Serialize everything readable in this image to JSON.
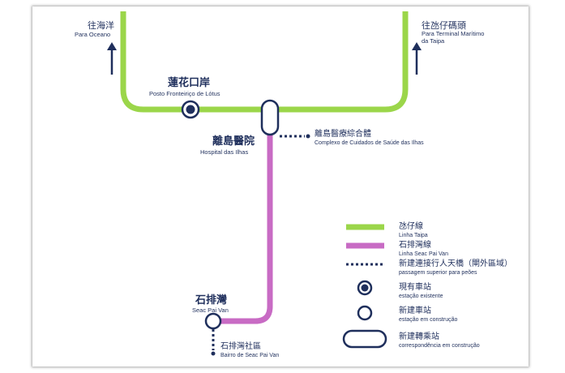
{
  "colors": {
    "taipa_line": "#9bd64a",
    "seac_pai_van_line": "#c86bc4",
    "text": "#1f2f5c",
    "frame": "#ffffff"
  },
  "directions": {
    "left": {
      "zh": "往海洋",
      "pt": "Para Oceano"
    },
    "right": {
      "zh": "往氹仔碼頭",
      "pt_line1": "Para Terminal Marítimo",
      "pt_line2": "da Taipa"
    }
  },
  "stations": {
    "lotus": {
      "zh": "蓮花口岸",
      "pt": "Posto Fronteiriço de Lótus"
    },
    "hospital": {
      "zh": "離島醫院",
      "pt": "Hospital das Ilhas"
    },
    "health_complex": {
      "zh": "離島醫療綜合體",
      "pt": "Complexo de Cuidados de Saúde das Ilhas"
    },
    "seac_pai_van": {
      "zh": "石排灣",
      "pt": "Seac Pai Van"
    },
    "bairro": {
      "zh": "石排灣社區",
      "pt": "Bairro de Seac Pai Van"
    }
  },
  "legend": [
    {
      "symbol": "green-line",
      "zh": "氹仔線",
      "pt": "Linha Taipa"
    },
    {
      "symbol": "purple-line",
      "zh": "石排灣線",
      "pt": "Linha Seac Pai Van"
    },
    {
      "symbol": "dotted-line",
      "zh": "新建連接行人天橋（閘外區域）",
      "pt": "passagem superior para peões"
    },
    {
      "symbol": "existing-station",
      "zh": "現有車站",
      "pt": "estação existente"
    },
    {
      "symbol": "new-station",
      "zh": "新建車站",
      "pt": "estação em construção"
    },
    {
      "symbol": "new-interchange",
      "zh": "新建轉乘站",
      "pt": "correspondência em construção"
    }
  ]
}
